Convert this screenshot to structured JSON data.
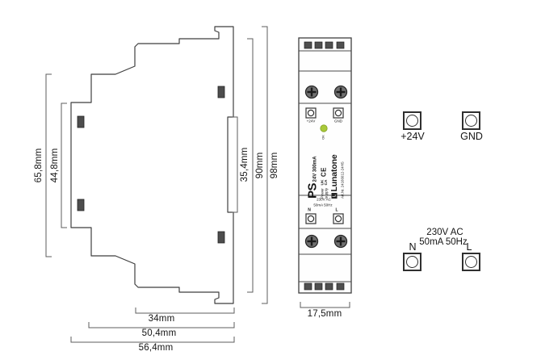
{
  "diagram": {
    "side_view": {
      "dims_left": [
        "65,8mm",
        "44,8mm"
      ],
      "dims_right": [
        "35,4mm",
        "90mm",
        "98mm"
      ],
      "dims_bottom": [
        "34mm",
        "50,4mm",
        "56,4mm"
      ]
    },
    "front_view": {
      "width_dim": "17,5mm",
      "output_terminals": {
        "left": "+24V",
        "right": "GND"
      },
      "led_status": "OK",
      "led_color": "#a9c93a",
      "label": {
        "product": "PS",
        "rating": "24V 300mA",
        "type_line1": "Power",
        "type_line2": "supply",
        "ukca_line1": "UK",
        "ukca_line2": "CA",
        "ce": "CE",
        "brand": "Lunatone",
        "brand_logo_letter": "L",
        "art_no": "Art.Nr. 24166012-24HS"
      },
      "input": {
        "voltage": "230V AC",
        "current": "50mA 50Hz",
        "left": "N",
        "right": "L"
      }
    },
    "wiring": {
      "output": {
        "plus_label": "+24V",
        "gnd_label": "GND"
      },
      "input": {
        "voltage": "230V AC",
        "current": "50mA 50Hz",
        "n_label": "N",
        "l_label": "L"
      }
    }
  }
}
